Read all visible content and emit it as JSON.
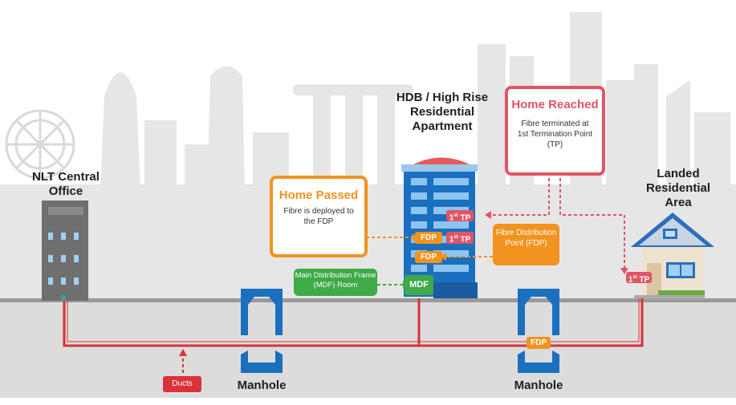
{
  "labels": {
    "nlt_office": "NLT Central Office",
    "hdb": "HDB / High Rise Residential Apartment",
    "landed": "Landed Residential Area",
    "manhole_left": "Manhole",
    "manhole_right": "Manhole",
    "ducts": "Ducts"
  },
  "home_passed": {
    "title": "Home Passed",
    "desc": "Fibre is deployed to the FDP"
  },
  "home_reached": {
    "title": "Home Reached",
    "desc": "Fibre terminated at 1st Termination Point (TP)"
  },
  "fdp_callout": "Fibre Distribution Point (FDP)",
  "mdf_callout": "Main Distribution Frame (MDF) Room",
  "tags": {
    "tp_num": "1",
    "tp_sup": "st",
    "tp_suffix": " TP",
    "fdp": "FDP",
    "mdf": "MDF"
  },
  "colors": {
    "fibre_red": "#d8323a",
    "orange": "#f2921f",
    "green": "#3eaa48",
    "blue": "#1b6fbf",
    "pink_border": "#e05566",
    "skyline": "#e3e3e3",
    "ground": "#d6d6d6"
  }
}
